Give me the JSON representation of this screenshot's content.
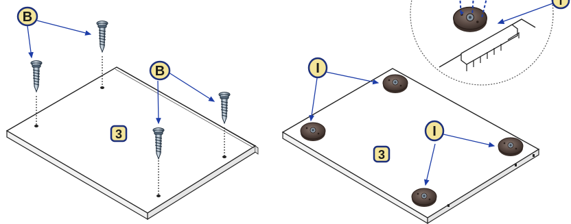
{
  "left_panel": {
    "step_number": "3",
    "screw_callout_1": "B",
    "screw_callout_2": "B",
    "screw_callout_icon": "screw-icon"
  },
  "right_panel": {
    "step_number": "3",
    "foot_callout_1": "I",
    "foot_callout_2": "I",
    "zoom_callout": "I",
    "foot_icon": "glide-foot-icon"
  },
  "colors": {
    "callout_fill": "#f4e59a",
    "callout_stroke": "#1c2f7a",
    "arrow": "#1e3ea8",
    "foot": "#5a4a44",
    "board_stroke": "#222222"
  }
}
